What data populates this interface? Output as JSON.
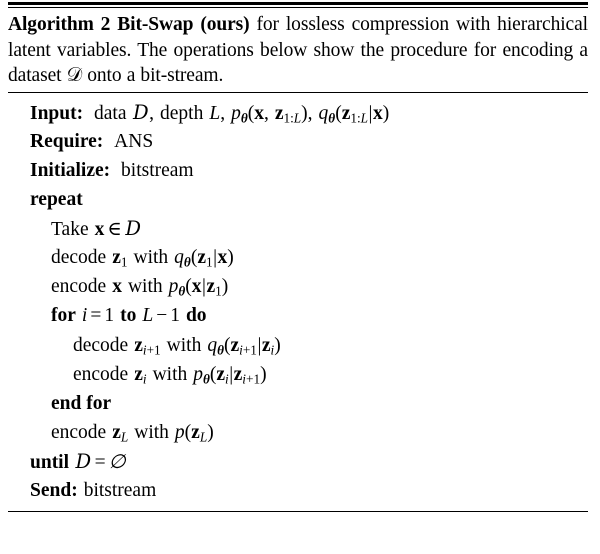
{
  "algorithm": {
    "caption": {
      "label_bold": "Algorithm 2 Bit-Swap (ours)",
      "rest": " for lossless compression with hierarchical latent variables. The operations below show the procedure for encoding a dataset 𝒟 onto a bit-stream.",
      "number": "2",
      "name": "Bit-Swap",
      "tag": "(ours)"
    },
    "lines": [
      {
        "id": "input",
        "indent": 0,
        "keyword": "Input:",
        "text": "data 𝒟, depth L, p_θ(x, z_{1:L}), q_θ(z_{1:L}|x)"
      },
      {
        "id": "require",
        "indent": 0,
        "keyword": "Require:",
        "text": "ANS"
      },
      {
        "id": "initialize",
        "indent": 0,
        "keyword": "Initialize:",
        "text": "bitstream"
      },
      {
        "id": "repeat",
        "indent": 0,
        "keyword": "repeat",
        "text": ""
      },
      {
        "id": "take",
        "indent": 1,
        "keyword": "",
        "text": "Take x ∈ 𝒟"
      },
      {
        "id": "decode-z1",
        "indent": 1,
        "keyword": "",
        "text": "decode z_1 with q_θ(z_1|x)"
      },
      {
        "id": "encode-x",
        "indent": 1,
        "keyword": "",
        "text": "encode x with p_θ(x|z_1)"
      },
      {
        "id": "for",
        "indent": 1,
        "keyword": "for ... to ... do",
        "text": "for i = 1 to L − 1 do"
      },
      {
        "id": "decode-zi1",
        "indent": 2,
        "keyword": "",
        "text": "decode z_{i+1} with q_θ(z_{i+1}|z_i)"
      },
      {
        "id": "encode-zi",
        "indent": 2,
        "keyword": "",
        "text": "encode z_i with p_θ(z_i|z_{i+1})"
      },
      {
        "id": "end-for",
        "indent": 1,
        "keyword": "end for",
        "text": ""
      },
      {
        "id": "encode-zL",
        "indent": 1,
        "keyword": "",
        "text": "encode z_L with p(z_L)"
      },
      {
        "id": "until",
        "indent": 0,
        "keyword": "until",
        "text": "𝒟 = ∅"
      },
      {
        "id": "send",
        "indent": 0,
        "keyword": "Send:",
        "text": "bitstream"
      }
    ],
    "symbols": {
      "dataset": "𝒟",
      "depth": "L",
      "index": "i",
      "emptyset": "∅",
      "member": "∈",
      "theta": "θ",
      "data_var": "x",
      "latent_var": "z",
      "latent_range": "1:L"
    }
  }
}
